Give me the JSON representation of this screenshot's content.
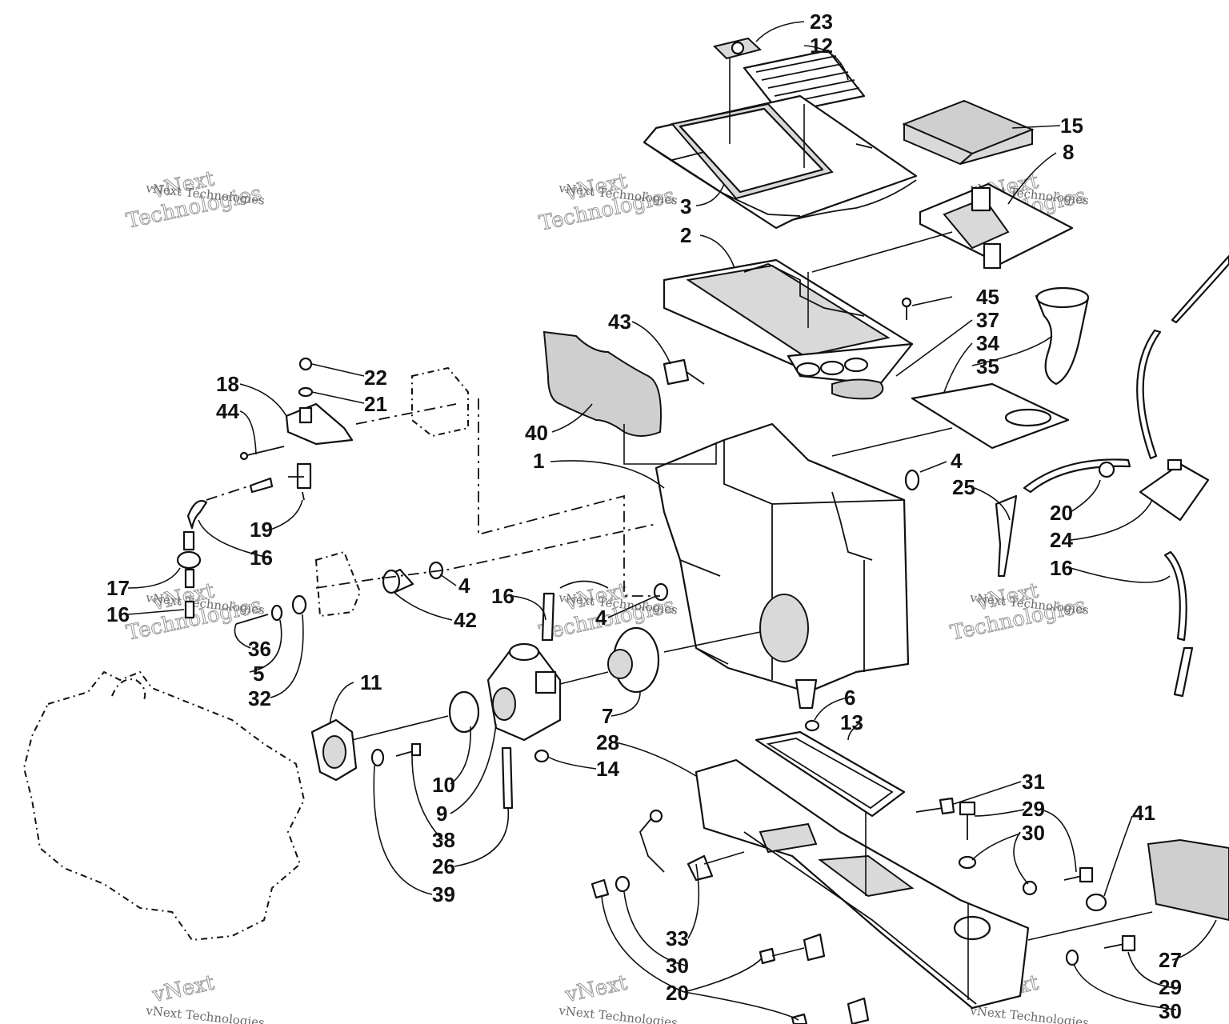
{
  "watermark": {
    "line1": "vNext",
    "line2": "Technologies",
    "small": "vNext Technologies"
  },
  "callouts": [
    {
      "id": "c23",
      "label": "23"
    },
    {
      "id": "c12",
      "label": "12"
    },
    {
      "id": "c15",
      "label": "15"
    },
    {
      "id": "c8",
      "label": "8"
    },
    {
      "id": "c3",
      "label": "3"
    },
    {
      "id": "c2",
      "label": "2"
    },
    {
      "id": "c45",
      "label": "45"
    },
    {
      "id": "c37",
      "label": "37"
    },
    {
      "id": "c34",
      "label": "34"
    },
    {
      "id": "c35",
      "label": "35"
    },
    {
      "id": "c43",
      "label": "43"
    },
    {
      "id": "c22",
      "label": "22"
    },
    {
      "id": "c21",
      "label": "21"
    },
    {
      "id": "c18",
      "label": "18"
    },
    {
      "id": "c44",
      "label": "44"
    },
    {
      "id": "c40",
      "label": "40"
    },
    {
      "id": "c1",
      "label": "1"
    },
    {
      "id": "c4a",
      "label": "4"
    },
    {
      "id": "c25",
      "label": "25"
    },
    {
      "id": "c20a",
      "label": "20"
    },
    {
      "id": "c24",
      "label": "24"
    },
    {
      "id": "c16a",
      "label": "16"
    },
    {
      "id": "c19",
      "label": "19"
    },
    {
      "id": "c16b",
      "label": "16"
    },
    {
      "id": "c17",
      "label": "17"
    },
    {
      "id": "c16c",
      "label": "16"
    },
    {
      "id": "c4b",
      "label": "4"
    },
    {
      "id": "c42",
      "label": "42"
    },
    {
      "id": "c16d",
      "label": "16"
    },
    {
      "id": "c4c",
      "label": "4"
    },
    {
      "id": "c36",
      "label": "36"
    },
    {
      "id": "c5",
      "label": "5"
    },
    {
      "id": "c32",
      "label": "32"
    },
    {
      "id": "c11",
      "label": "11"
    },
    {
      "id": "c7",
      "label": "7"
    },
    {
      "id": "c6",
      "label": "6"
    },
    {
      "id": "c13",
      "label": "13"
    },
    {
      "id": "c28",
      "label": "28"
    },
    {
      "id": "c14",
      "label": "14"
    },
    {
      "id": "c10",
      "label": "10"
    },
    {
      "id": "c9",
      "label": "9"
    },
    {
      "id": "c38",
      "label": "38"
    },
    {
      "id": "c26",
      "label": "26"
    },
    {
      "id": "c39",
      "label": "39"
    },
    {
      "id": "c31",
      "label": "31"
    },
    {
      "id": "c29a",
      "label": "29"
    },
    {
      "id": "c30a",
      "label": "30"
    },
    {
      "id": "c41",
      "label": "41"
    },
    {
      "id": "c33",
      "label": "33"
    },
    {
      "id": "c30b",
      "label": "30"
    },
    {
      "id": "c20b",
      "label": "20"
    },
    {
      "id": "c27",
      "label": "27"
    },
    {
      "id": "c29b",
      "label": "29"
    },
    {
      "id": "c30c",
      "label": "30"
    }
  ]
}
